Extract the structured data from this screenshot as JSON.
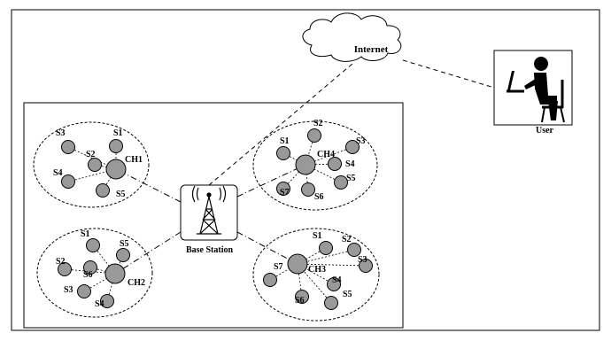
{
  "internet_label": "Internet",
  "user_label": "User",
  "base_station_label": "Base Station",
  "clusters": [
    {
      "id": "ch1",
      "head": "CH1",
      "sensors": [
        "S1",
        "S2",
        "S3",
        "S4",
        "S5"
      ]
    },
    {
      "id": "ch2",
      "head": "CH2",
      "sensors": [
        "S1",
        "S5",
        "S2",
        "S6",
        "S3",
        "S4"
      ]
    },
    {
      "id": "ch3",
      "head": "CH3",
      "sensors": [
        "S1",
        "S2",
        "S7",
        "S3",
        "S4",
        "S6",
        "S5"
      ]
    },
    {
      "id": "ch4",
      "head": "CH4",
      "sensors": [
        "S2",
        "S1",
        "S3",
        "S4",
        "S5",
        "S7",
        "S6"
      ]
    }
  ],
  "colors": {
    "node_fill": "#999999",
    "stroke": "#000000",
    "background": "#ffffff"
  }
}
